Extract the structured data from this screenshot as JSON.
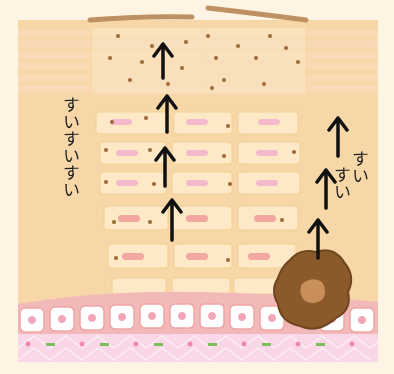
{
  "labels": {
    "left_text": "すいすいすい",
    "right_text_col1": "すい",
    "right_text_col2": "すい"
  },
  "colors": {
    "background": "#fdf4e3",
    "skin": "#f7d7a8",
    "cell_fill": "#fde9c5",
    "cell_border": "#f7d5a0",
    "horny_band": "#f6d3a8",
    "pink_nucleus": "#f2a7b8",
    "basal_layer": "#f2b9b9",
    "basal_cell": "#ffffff",
    "dermis": "#f9d7e7",
    "flake": "#bf9162",
    "melanin_spot": "#8b5a2b",
    "arrow": "#111111"
  },
  "icons": [
    "up-arrow-icon",
    "melanin-spot-icon",
    "skin-flake-icon"
  ]
}
